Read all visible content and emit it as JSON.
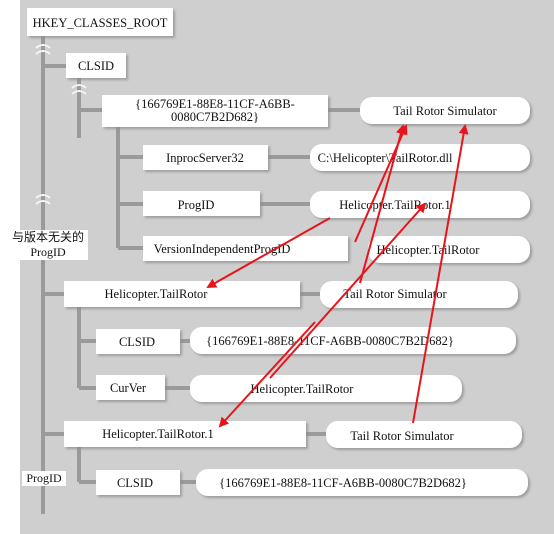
{
  "root": "HKEY_CLASSES_ROOT",
  "clsid_key": "CLSID",
  "guid_key_line1": "{166769E1-88E8-11CF-A6BB-",
  "guid_key_line2": "0080C7B2D682}",
  "guid_value": "Tail Rotor Simulator",
  "inproc_key": "InprocServer32",
  "inproc_value": "C:\\Helicopter\\TailRotor.dll",
  "progid_key": "ProgID",
  "progid_value": "Helicopter.TailRotor.1",
  "vip_key": "VersionIndependentProgID",
  "vip_value": "Helicopter.TailRotor",
  "label_vi_progid": "与版本无关的\nProgID",
  "vi_key": "Helicopter.TailRotor",
  "vi_value": "Tail Rotor Simulator",
  "vi_clsid_key": "CLSID",
  "vi_clsid_value": "{166769E1-88E8-11CF-A6BB-0080C7B2D682}",
  "curver_key": "CurVer",
  "curver_value": "Helicopter.TailRotor",
  "label_progid": "ProgID",
  "v_key": "Helicopter.TailRotor.1",
  "v_value": "Tail Rotor Simulator",
  "v_clsid_key": "CLSID",
  "v_clsid_value": "{166769E1-88E8-11CF-A6BB-0080C7B2D682}",
  "colors": {
    "arrow": "#e8141c",
    "box": "#ffffff",
    "panel": "#cfcfcf",
    "line": "#9a9a9a"
  }
}
